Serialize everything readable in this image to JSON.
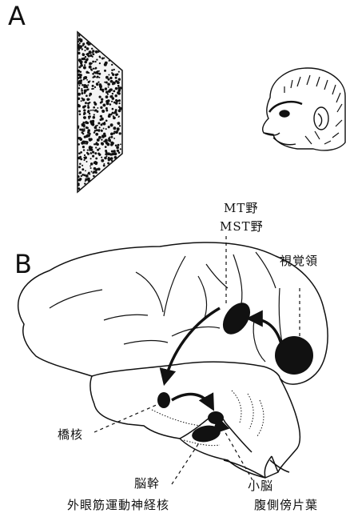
{
  "panels": {
    "a": "A",
    "b": "B"
  },
  "labels": {
    "mt": "MT野",
    "mst": "MST野",
    "visual_cortex": "視覚領",
    "pontine_nucleus": "橋核",
    "brainstem": "脳幹",
    "oculomotor_nucleus": "外眼筋運動神経核",
    "cerebellum": "小脳",
    "ventral_paraflocculus": "腹側傍片葉"
  },
  "colors": {
    "ink": "#111111",
    "stimulus_fill": "#f4f4f4"
  },
  "icons": {
    "monkey": "monkey-head-icon",
    "stimulus": "random-dot-stimulus"
  }
}
